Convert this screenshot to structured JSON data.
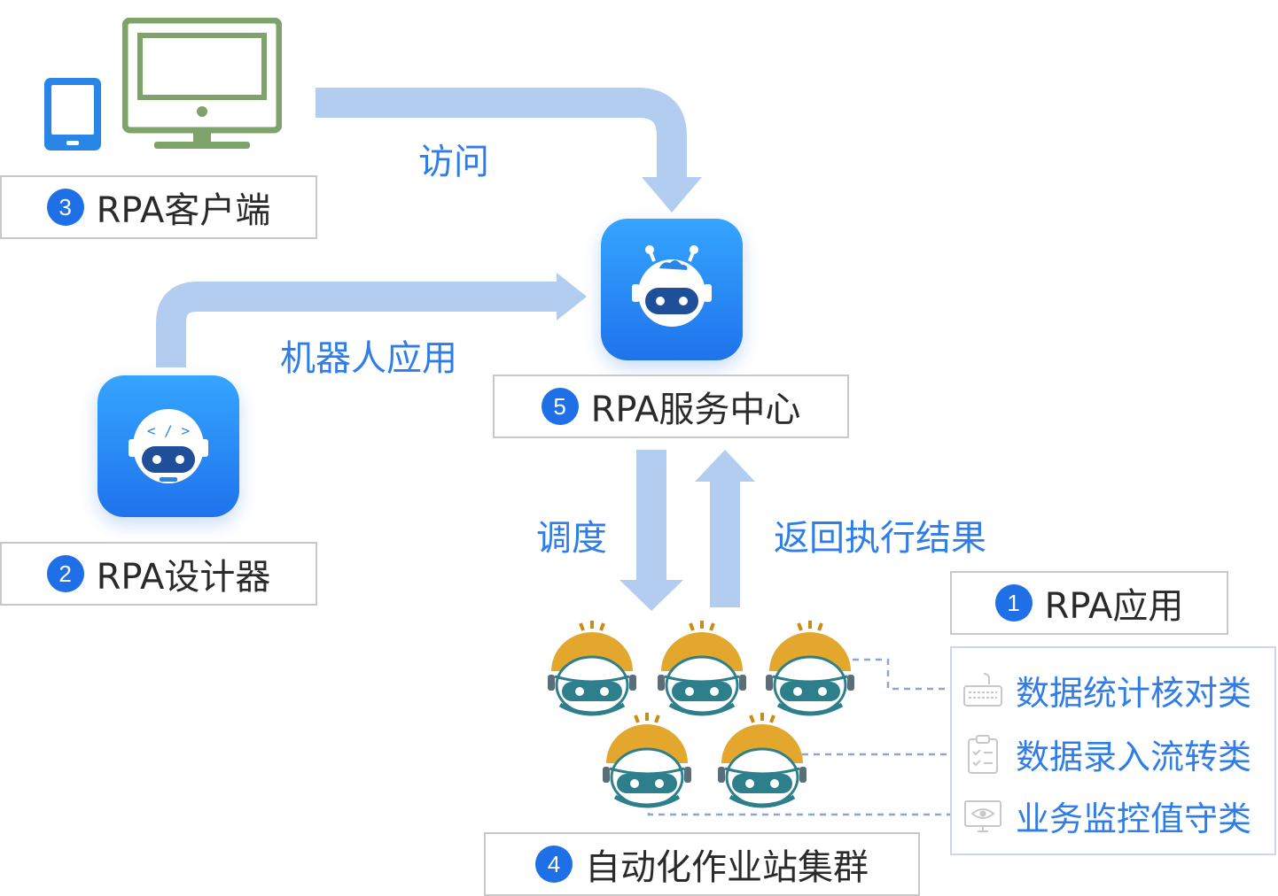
{
  "client": {
    "num": "3",
    "label": "RPA客户端"
  },
  "designer": {
    "num": "2",
    "label": "RPA设计器"
  },
  "service_center": {
    "num": "5",
    "label": "RPA服务中心"
  },
  "rpa_app": {
    "num": "1",
    "label": "RPA应用"
  },
  "cluster": {
    "num": "4",
    "label": "自动化作业站集群"
  },
  "flows": {
    "access": "访问",
    "robot_app": "机器人应用",
    "dispatch": "调度",
    "return_result": "返回执行结果"
  },
  "categories": [
    {
      "label": "数据统计核对类",
      "icon": "keyboard-icon"
    },
    {
      "label": "数据录入流转类",
      "icon": "clipboard-icon"
    },
    {
      "label": "业务监控值守类",
      "icon": "monitor-eye-icon"
    }
  ],
  "colors": {
    "accent": "#2f7de8",
    "arrow": "#b3cdf0",
    "badge": "#1f6fe6",
    "device_green": "#7fa36a",
    "device_blue": "#2a86e6",
    "helmet_gold": "#e2a72c",
    "robot_teal": "#2d7f8c"
  }
}
